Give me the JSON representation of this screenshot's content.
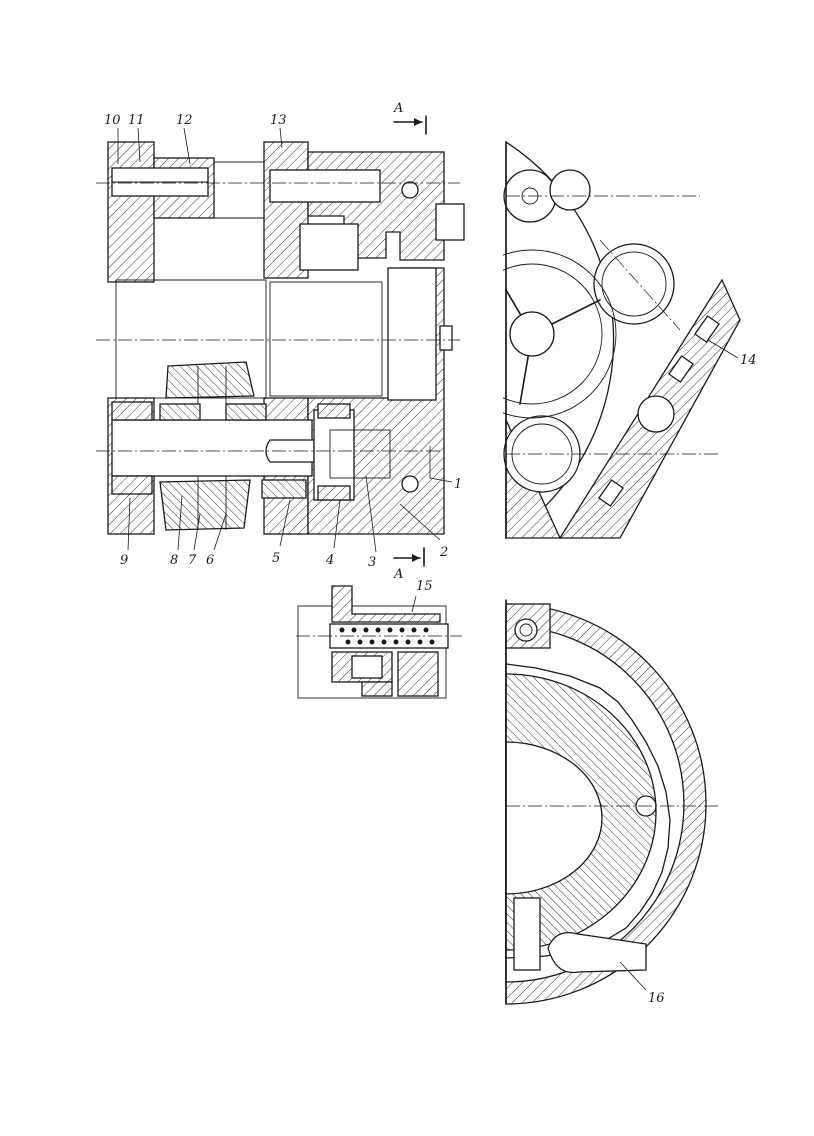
{
  "section": {
    "label_top": "A",
    "label_bottom": "A"
  },
  "callouts": {
    "c1": "1",
    "c2": "2",
    "c3": "3",
    "c4": "4",
    "c5": "5",
    "c6": "6",
    "c7": "7",
    "c8": "8",
    "c9": "9",
    "c10": "10",
    "c11": "11",
    "c12": "12",
    "c13": "13",
    "c14": "14",
    "c15": "15",
    "c16": "16"
  }
}
